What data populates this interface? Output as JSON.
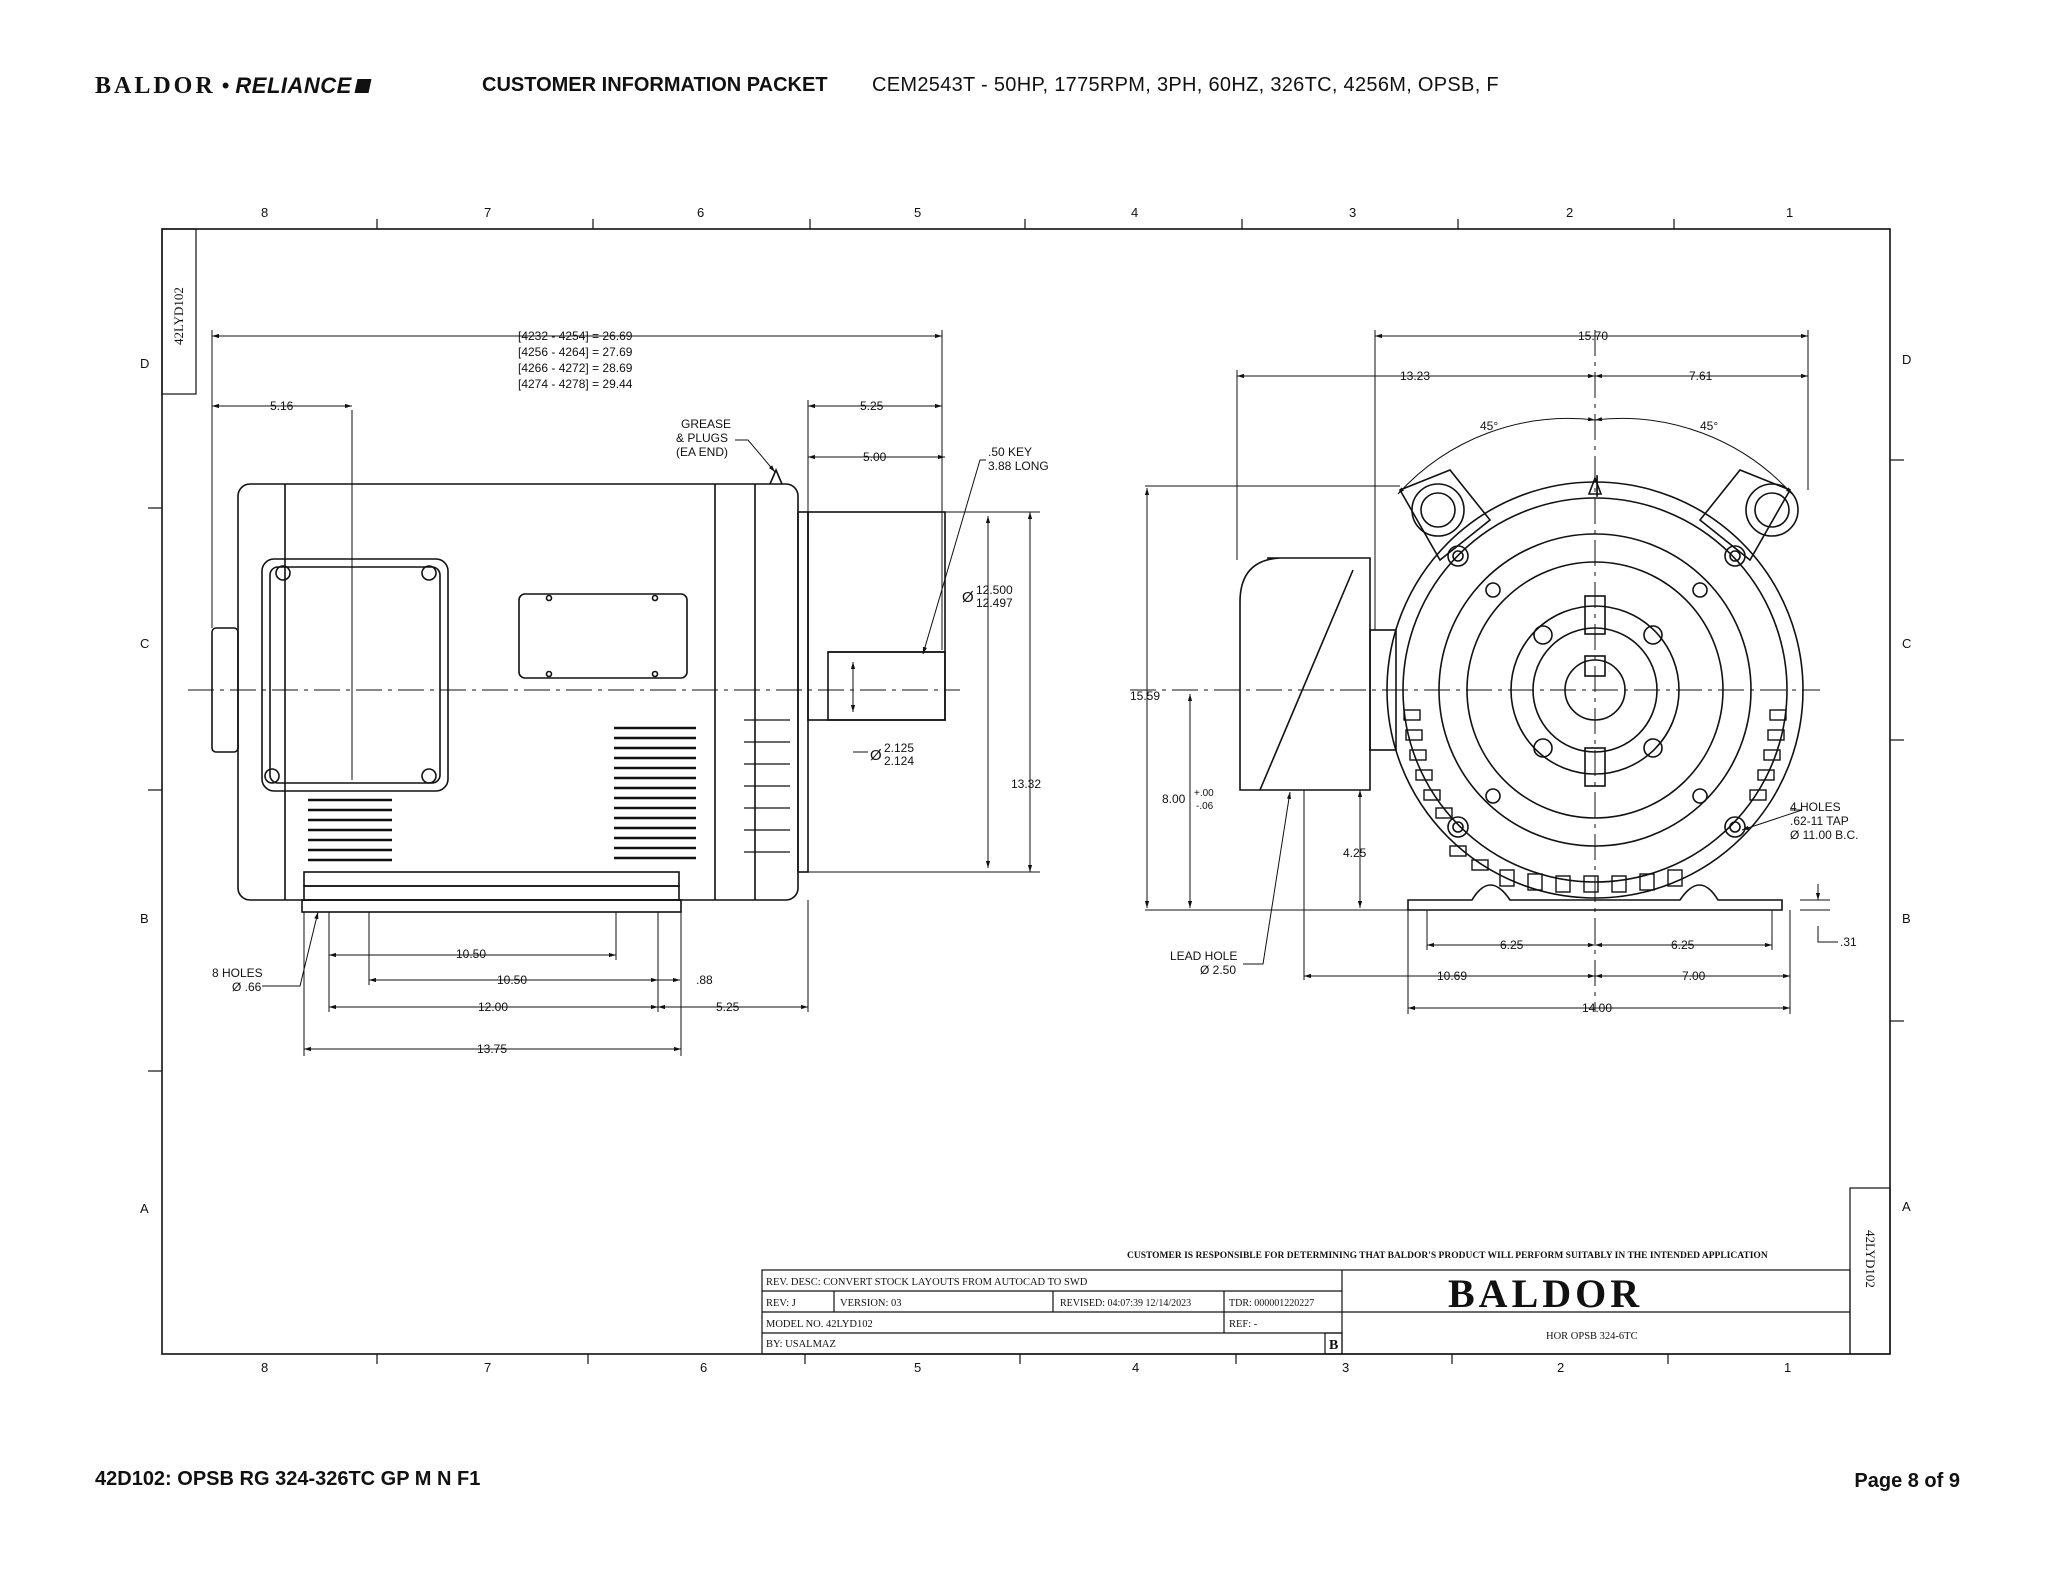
{
  "header": {
    "brand_left": "BALDOR",
    "brand_right": "RELIANCE",
    "packet_title": "CUSTOMER INFORMATION PACKET",
    "model_line": "CEM2543T - 50HP, 1775RPM, 3PH, 60HZ, 326TC, 4256M, OPSB, F"
  },
  "footer": {
    "drawing_id": "42D102: OPSB RG 324-326TC GP M N F1",
    "page": "Page 8 of 9"
  },
  "border": {
    "top_cols": [
      "8",
      "7",
      "6",
      "5",
      "4",
      "3",
      "2",
      "1"
    ],
    "rows": [
      "D",
      "C",
      "B",
      "A"
    ],
    "corner_id": "42LYD102"
  },
  "side_view": {
    "overall_length_lines": [
      "[4232 - 4254] = 26.69",
      "[4256 - 4264] = 27.69",
      "[4266 - 4272] = 28.69",
      "[4274 - 4278] = 29.44"
    ],
    "dim_516": "5.16",
    "dim_525_top": "5.25",
    "dim_500": "5.00",
    "grease_1": "GREASE",
    "grease_2": "& PLUGS",
    "grease_3": "(EA END)",
    "key_1": ".50 KEY",
    "key_2": "3.88 LONG",
    "pilot_sym": "Ø",
    "pilot_1": "12.500",
    "pilot_2": "12.497",
    "shaft_1": "2.125",
    "shaft_2": "2.124",
    "shaft_sym": "Ø",
    "dim_1332": "13.32",
    "holes_1": "8 HOLES",
    "holes_2": "Ø .66",
    "dim_1050_a": "10.50",
    "dim_1050_b": "10.50",
    "dim_088": ".88",
    "dim_1200": "12.00",
    "dim_525_bot": "5.25",
    "dim_1375": "13.75"
  },
  "end_view": {
    "dim_1570": "15.70",
    "dim_1323": "13.23",
    "dim_761": "7.61",
    "ang_1": "45°",
    "ang_2": "45°",
    "dim_1559": "15.59",
    "dim_800": "8.00",
    "tol_plus": "+.00",
    "tol_minus": "-.06",
    "dim_425": "4.25",
    "lead_1": "LEAD HOLE",
    "lead_2": "Ø 2.50",
    "tap_1": "4 HOLES",
    "tap_2": ".62-11 TAP",
    "tap_3": "Ø 11.00 B.C.",
    "dim_625_a": "6.25",
    "dim_625_b": "6.25",
    "dim_031": ".31",
    "dim_1069": "10.69",
    "dim_700": "7.00",
    "dim_1400": "14.00"
  },
  "title_block": {
    "disclaimer": "CUSTOMER IS RESPONSIBLE FOR DETERMINING THAT BALDOR'S PRODUCT WILL PERFORM SUITABLY IN THE INTENDED APPLICATION",
    "rev_desc": "REV. DESC: CONVERT STOCK LAYOUTS FROM AUTOCAD TO SWD",
    "rev": "REV:  J",
    "version": "VERSION:  03",
    "revised": "REVISED:  04:07:39 12/14/2023",
    "tdr": "TDR:  000001220227",
    "model_no": "MODEL NO.   42LYD102",
    "ref": "REF:  -",
    "by": "BY: USALMAZ",
    "size": "B",
    "logo": "BALDOR",
    "desc": "HOR OPSB 324-6TC"
  }
}
